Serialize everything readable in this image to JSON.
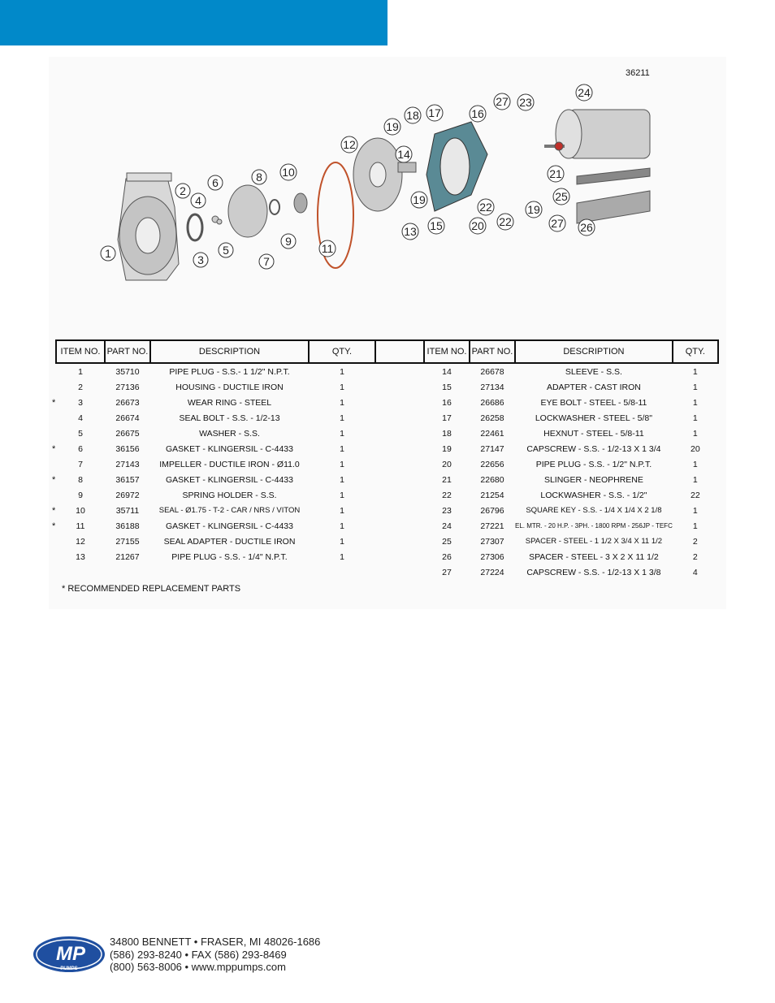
{
  "diagram": {
    "id": "36211",
    "callouts": [
      "1",
      "2",
      "3",
      "4",
      "5",
      "6",
      "7",
      "8",
      "9",
      "10",
      "11",
      "12",
      "13",
      "14",
      "15",
      "16",
      "17",
      "18",
      "19",
      "19",
      "19",
      "20",
      "21",
      "22",
      "22",
      "23",
      "24",
      "25",
      "26",
      "27",
      "27"
    ]
  },
  "table": {
    "headers": [
      "ITEM NO.",
      "PART NO.",
      "DESCRIPTION",
      "QTY."
    ],
    "left": [
      {
        "star": "",
        "item": "1",
        "part": "35710",
        "desc": "PIPE PLUG - S.S.- 1 1/2\" N.P.T.",
        "qty": "1"
      },
      {
        "star": "",
        "item": "2",
        "part": "27136",
        "desc": "HOUSING - DUCTILE IRON",
        "qty": "1"
      },
      {
        "star": "*",
        "item": "3",
        "part": "26673",
        "desc": "WEAR RING - STEEL",
        "qty": "1"
      },
      {
        "star": "",
        "item": "4",
        "part": "26674",
        "desc": "SEAL BOLT - S.S. - 1/2-13",
        "qty": "1"
      },
      {
        "star": "",
        "item": "5",
        "part": "26675",
        "desc": "WASHER - S.S.",
        "qty": "1"
      },
      {
        "star": "*",
        "item": "6",
        "part": "36156",
        "desc": "GASKET - KLINGERSIL - C-4433",
        "qty": "1"
      },
      {
        "star": "",
        "item": "7",
        "part": "27143",
        "desc": "IMPELLER - DUCTILE IRON - Ø11.0",
        "qty": "1"
      },
      {
        "star": "*",
        "item": "8",
        "part": "36157",
        "desc": "GASKET - KLINGERSIL - C-4433",
        "qty": "1"
      },
      {
        "star": "",
        "item": "9",
        "part": "26972",
        "desc": "SPRING HOLDER - S.S.",
        "qty": "1"
      },
      {
        "star": "*",
        "item": "10",
        "part": "35711",
        "desc": "SEAL - Ø1.75 - T-2 - CAR / NRS / VITON",
        "qty": "1"
      },
      {
        "star": "*",
        "item": "11",
        "part": "36188",
        "desc": "GASKET - KLINGERSIL - C-4433",
        "qty": "1"
      },
      {
        "star": "",
        "item": "12",
        "part": "27155",
        "desc": "SEAL ADAPTER - DUCTILE IRON",
        "qty": "1"
      },
      {
        "star": "",
        "item": "13",
        "part": "21267",
        "desc": "PIPE PLUG - S.S. - 1/4\" N.P.T.",
        "qty": "1"
      }
    ],
    "right": [
      {
        "item": "14",
        "part": "26678",
        "desc": "SLEEVE - S.S.",
        "qty": "1"
      },
      {
        "item": "15",
        "part": "27134",
        "desc": "ADAPTER - CAST IRON",
        "qty": "1"
      },
      {
        "item": "16",
        "part": "26686",
        "desc": "EYE BOLT - STEEL - 5/8-11",
        "qty": "1"
      },
      {
        "item": "17",
        "part": "26258",
        "desc": "LOCKWASHER - STEEL - 5/8\"",
        "qty": "1"
      },
      {
        "item": "18",
        "part": "22461",
        "desc": "HEXNUT - STEEL - 5/8-11",
        "qty": "1"
      },
      {
        "item": "19",
        "part": "27147",
        "desc": "CAPSCREW - S.S. - 1/2-13 X 1 3/4",
        "qty": "20"
      },
      {
        "item": "20",
        "part": "22656",
        "desc": "PIPE PLUG - S.S. - 1/2\" N.P.T.",
        "qty": "1"
      },
      {
        "item": "21",
        "part": "22680",
        "desc": "SLINGER - NEOPHRENE",
        "qty": "1"
      },
      {
        "item": "22",
        "part": "21254",
        "desc": "LOCKWASHER - S.S. - 1/2\"",
        "qty": "22"
      },
      {
        "item": "23",
        "part": "26796",
        "desc": "SQUARE KEY - S.S. - 1/4 X 1/4 X 2 1/8",
        "qty": "1"
      },
      {
        "item": "24",
        "part": "27221",
        "desc": "EL. MTR. - 20 H.P. - 3PH. - 1800 RPM - 256JP - TEFC",
        "qty": "1"
      },
      {
        "item": "25",
        "part": "27307",
        "desc": "SPACER - STEEL - 1 1/2 X 3/4 X 11 1/2",
        "qty": "2"
      },
      {
        "item": "26",
        "part": "27306",
        "desc": "SPACER - STEEL - 3 X 2 X 11 1/2",
        "qty": "2"
      },
      {
        "item": "27",
        "part": "27224",
        "desc": "CAPSCREW - S.S. - 1/2-13 X 1 3/8",
        "qty": "4"
      }
    ]
  },
  "footnote": "*  RECOMMENDED REPLACEMENT PARTS",
  "footer": {
    "logo_text": "MP",
    "logo_sub": "PUMPS",
    "line1": "34800 BENNETT • FRASER, MI 48026-1686",
    "line2": "(586) 293-8240 • FAX (586) 293-8469",
    "line3": "(800) 563-8006 • www.mppumps.com"
  },
  "colors": {
    "accent": "#0189c9",
    "logo_blue": "#1f4fa0"
  }
}
